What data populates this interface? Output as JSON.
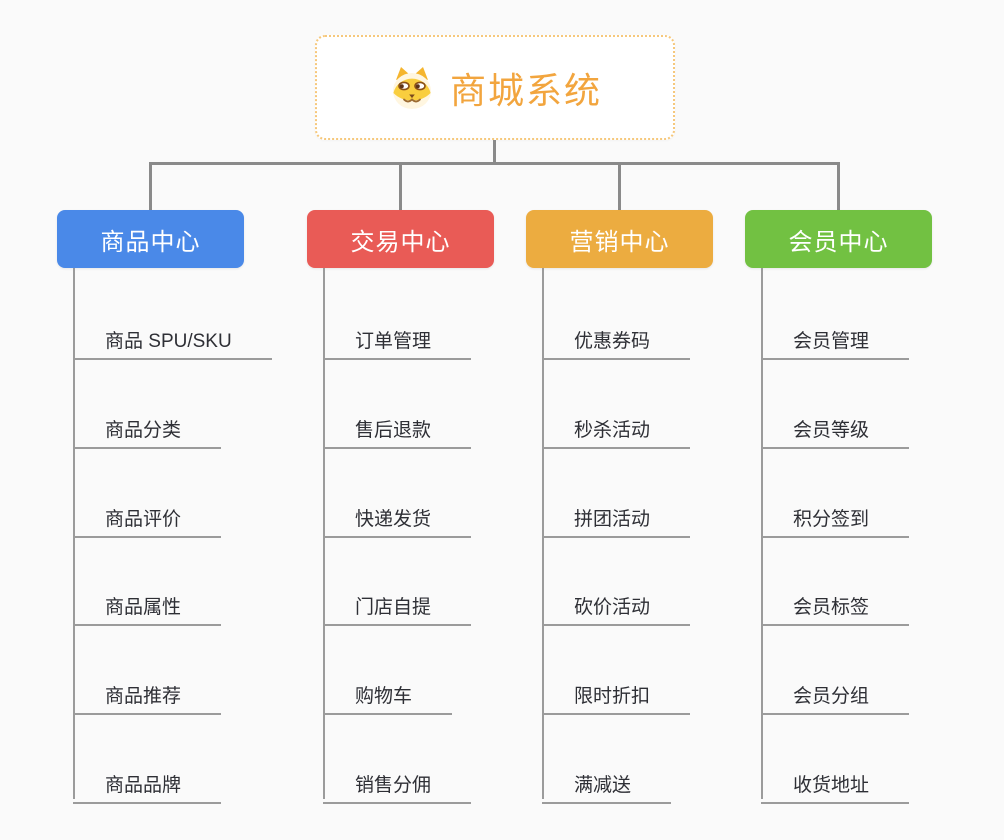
{
  "root": {
    "title": "商城系统",
    "icon": "dog-face-icon"
  },
  "branches": [
    {
      "label": "商品中心",
      "color": "#4a89e8",
      "items": [
        "商品 SPU/SKU",
        "商品分类",
        "商品评价",
        "商品属性",
        "商品推荐",
        "商品品牌"
      ]
    },
    {
      "label": "交易中心",
      "color": "#e95b56",
      "items": [
        "订单管理",
        "售后退款",
        "快递发货",
        "门店自提",
        "购物车",
        "销售分佣"
      ]
    },
    {
      "label": "营销中心",
      "color": "#ecac40",
      "items": [
        "优惠券码",
        "秒杀活动",
        "拼团活动",
        "砍价活动",
        "限时折扣",
        "满减送"
      ]
    },
    {
      "label": "会员中心",
      "color": "#72c142",
      "items": [
        "会员管理",
        "会员等级",
        "积分签到",
        "会员标签",
        "会员分组",
        "收货地址"
      ]
    }
  ],
  "colors": {
    "root_accent": "#f2a53e",
    "root_border": "#f6c87c",
    "connector": "#8a8a8a",
    "trunk": "#9b9b9b",
    "leaf_text": "#2e2f35",
    "background": "#fafafa"
  }
}
